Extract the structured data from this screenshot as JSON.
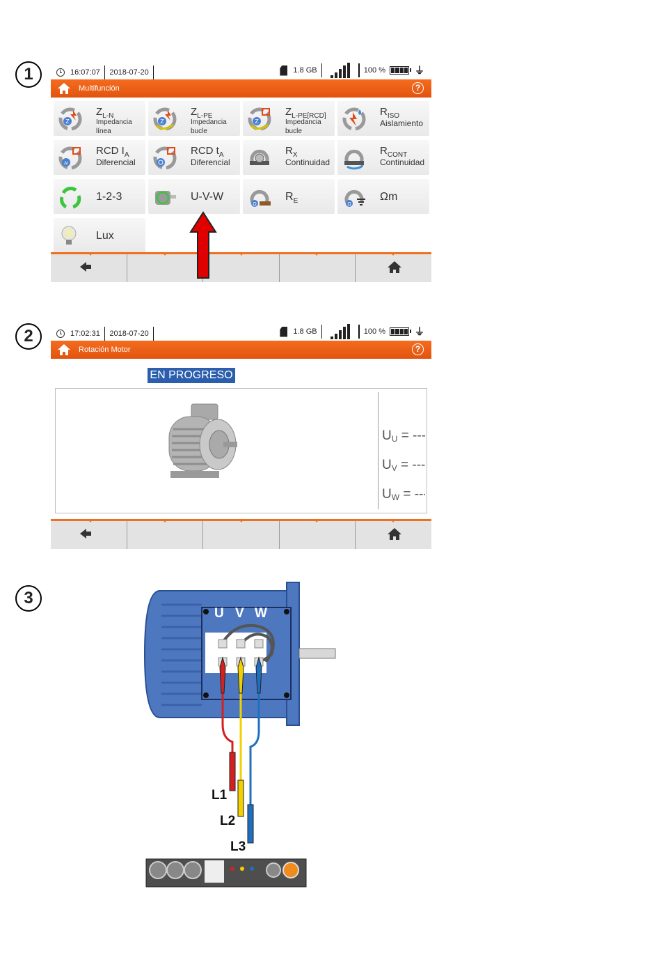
{
  "steps": [
    "1",
    "2",
    "3"
  ],
  "screen1": {
    "time": "16:07:07",
    "date": "2018-07-20",
    "storage": "1.8 GB",
    "battery_pct": "100 %",
    "title": "Multifunción",
    "help": "?",
    "tiles": [
      {
        "main": "Z",
        "main_sub": "L-N",
        "sub1": "Impedancia",
        "sub2": "línea"
      },
      {
        "main": "Z",
        "main_sub": "L-PE",
        "sub1": "Impedancia",
        "sub2": "bucle"
      },
      {
        "main": "Z",
        "main_sub": "L-PE[RCD]",
        "sub1": "Impedancia",
        "sub2": "bucle"
      },
      {
        "main": "R",
        "main_sub": "ISO",
        "sub1": "Aislamiento"
      },
      {
        "main": "RCD I",
        "main_sub": "A",
        "sub1": "Diferencial"
      },
      {
        "main": "RCD t",
        "main_sub": "A",
        "sub1": "Diferencial"
      },
      {
        "main": "R",
        "main_sub": "X",
        "sub1": "Continuidad"
      },
      {
        "main": "R",
        "main_sub": "CONT",
        "sub1": "Continuidad"
      },
      {
        "main": "1-2-3"
      },
      {
        "main": "U-V-W"
      },
      {
        "main": "R",
        "main_sub": "E"
      },
      {
        "main": "Ωm"
      },
      {
        "main": "Lux"
      }
    ]
  },
  "screen2": {
    "time": "17:02:31",
    "date": "2018-07-20",
    "storage": "1.8 GB",
    "battery_pct": "100 %",
    "title": "Rotación Motor",
    "help": "?",
    "status_badge": "EN PROGRESO",
    "readings": [
      {
        "label": "U",
        "sub": "U",
        "value": "= ---"
      },
      {
        "label": "U",
        "sub": "V",
        "value": "= ---"
      },
      {
        "label": "U",
        "sub": "W",
        "value": "= ---"
      }
    ]
  },
  "diagram": {
    "terminals": [
      "U",
      "V",
      "W"
    ],
    "leads": [
      "L1",
      "L2",
      "L3"
    ],
    "lead_colors": {
      "L1": "#d42020",
      "L2": "#f2d000",
      "L3": "#1f6fc0"
    },
    "motor_color": "#4d78c0"
  },
  "colors": {
    "accent": "#f07020",
    "progress": "#2b5fae",
    "arrow": "#e00000"
  }
}
